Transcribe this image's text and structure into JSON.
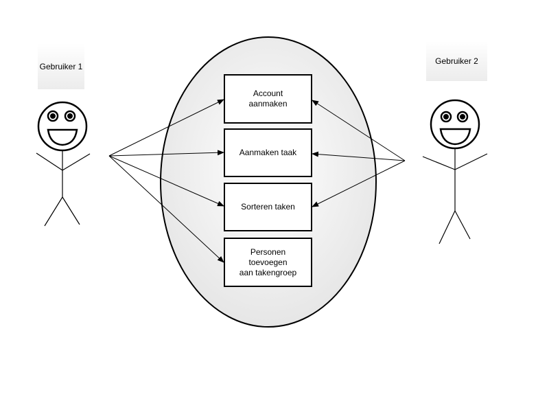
{
  "actors": [
    {
      "label": "Gebruiker 1"
    },
    {
      "label": "Gebruiker 2"
    }
  ],
  "use_cases": [
    {
      "label": "Account\naanmaken"
    },
    {
      "label": "Aanmaken taak"
    },
    {
      "label": "Sorteren taken"
    },
    {
      "label": "Personen\ntoevoegen\naan takengroep"
    }
  ],
  "associations": [
    {
      "from": "Gebruiker 1",
      "to": "Account\naanmaken"
    },
    {
      "from": "Gebruiker 1",
      "to": "Aanmaken taak"
    },
    {
      "from": "Gebruiker 1",
      "to": "Sorteren taken"
    },
    {
      "from": "Gebruiker 1",
      "to": "Personen\ntoevoegen\naan takengroep"
    },
    {
      "from": "Gebruiker 2",
      "to": "Account\naanmaken"
    },
    {
      "from": "Gebruiker 2",
      "to": "Aanmaken taak"
    },
    {
      "from": "Gebruiker 2",
      "to": "Sorteren taken"
    }
  ],
  "colors": {
    "stroke": "#000000",
    "system_fill_light": "#ffffff",
    "system_fill_dark": "#e4e4e4"
  }
}
